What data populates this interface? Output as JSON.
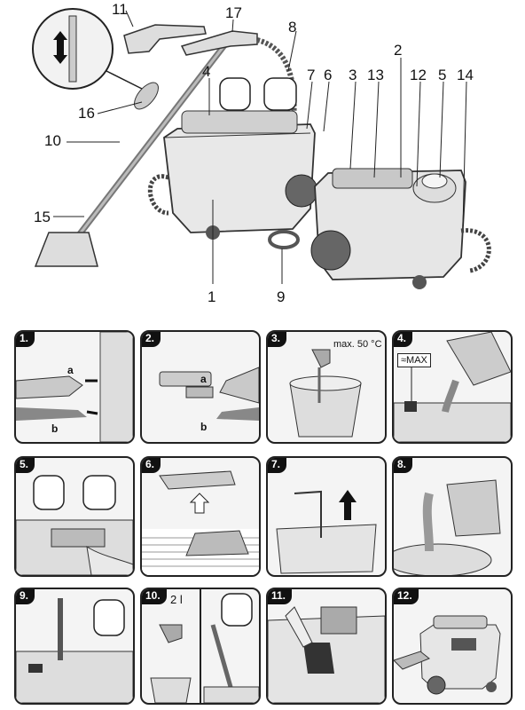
{
  "callouts": {
    "n11": "11",
    "n17": "17",
    "n8": "8",
    "n2": "2",
    "n4": "4",
    "n7": "7",
    "n6": "6",
    "n3": "3",
    "n13": "13",
    "n12": "12",
    "n5": "5",
    "n14": "14",
    "n16": "16",
    "n10": "10",
    "n15": "15",
    "n1": "1",
    "n9": "9"
  },
  "steps": [
    {
      "num": "1.",
      "labels": [
        "a",
        "b"
      ]
    },
    {
      "num": "2.",
      "labels": [
        "a",
        "b"
      ]
    },
    {
      "num": "3.",
      "text": "max. 50 °C"
    },
    {
      "num": "4.",
      "text": "≈MAX"
    },
    {
      "num": "5."
    },
    {
      "num": "6."
    },
    {
      "num": "7."
    },
    {
      "num": "8."
    },
    {
      "num": "9."
    },
    {
      "num": "10.",
      "text": "2 l"
    },
    {
      "num": "11."
    },
    {
      "num": "12."
    }
  ]
}
